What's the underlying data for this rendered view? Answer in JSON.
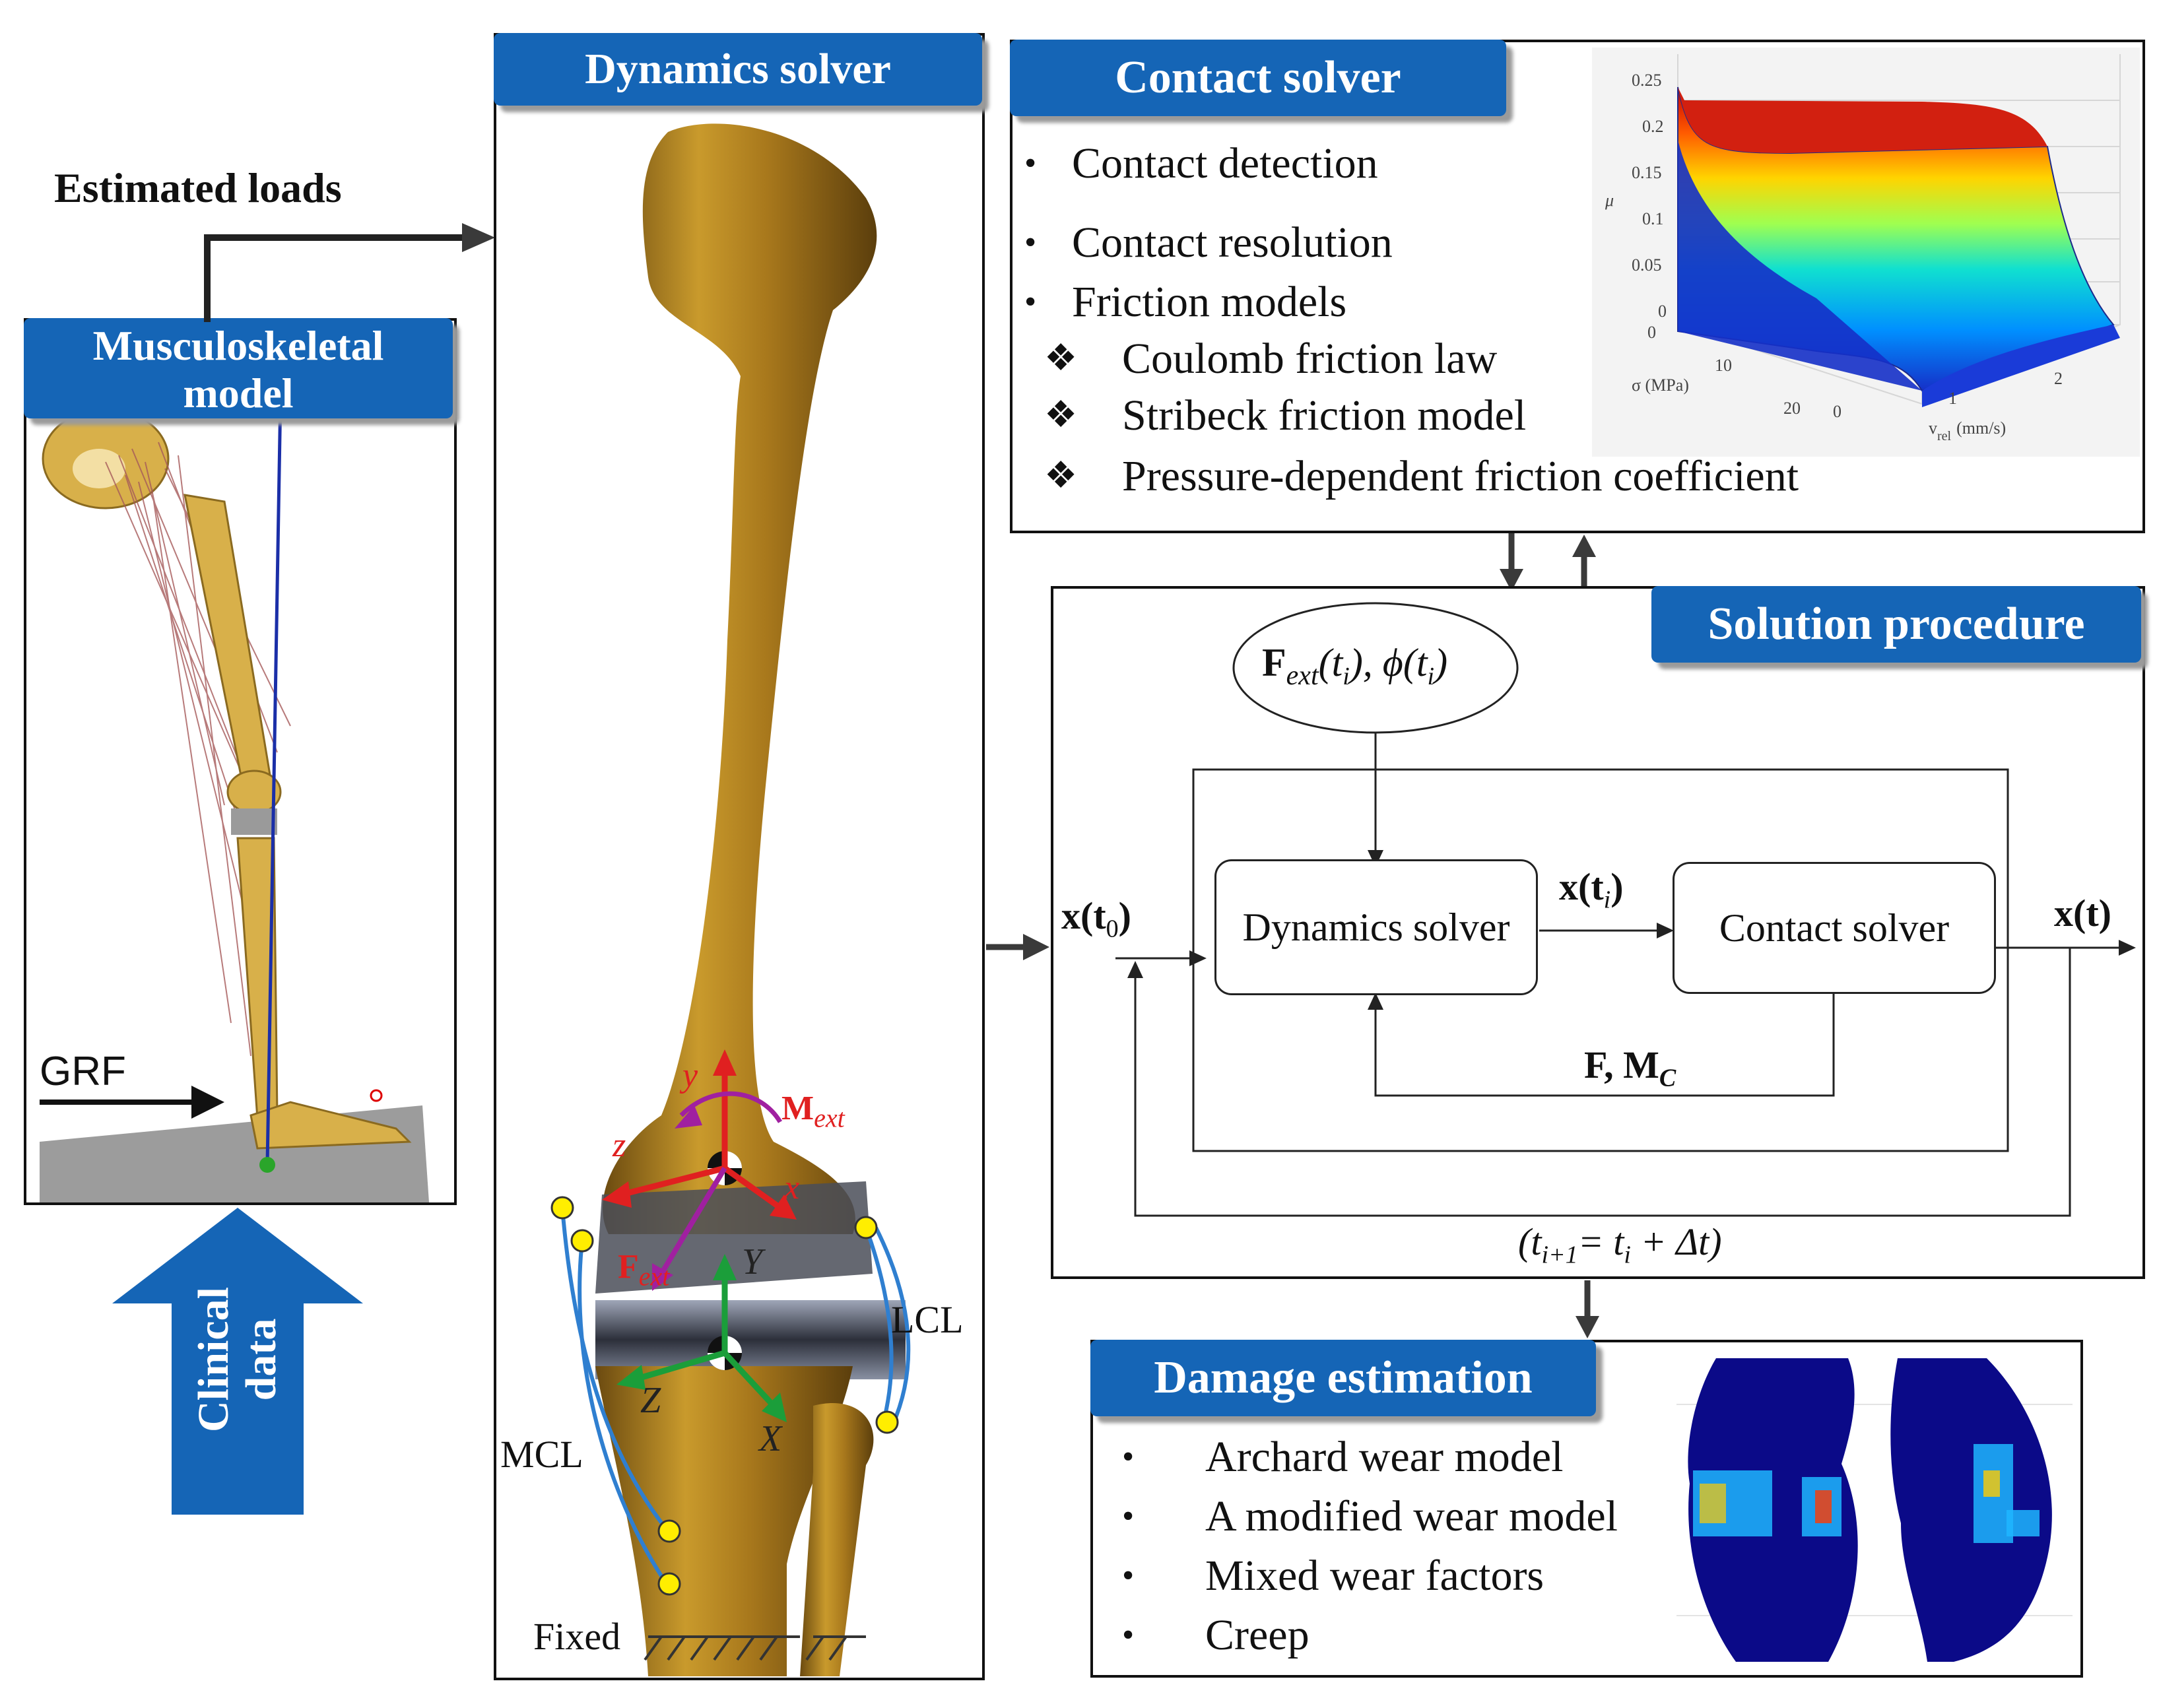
{
  "panels": {
    "musculoskeletal": {
      "title_line1": "Musculoskeletal",
      "title_line2": "model"
    },
    "estimated_loads": "Estimated loads",
    "grf_label": "GRF",
    "clinical_data": {
      "line1": "Clinical",
      "line2": "data"
    },
    "dynamics": {
      "title": "Dynamics solver",
      "labels": {
        "y_small": "y",
        "z_small": "z",
        "x_small": "x",
        "M_ext": "M",
        "M_ext_sub": "ext",
        "F_ext": "F",
        "F_ext_sub": "ext",
        "Y_cap": "Y",
        "Z_cap": "Z",
        "X_cap": "X",
        "lcl": "LCL",
        "mcl": "MCL",
        "fixed": "Fixed"
      }
    },
    "contact": {
      "title": "Contact solver",
      "bullets": [
        "Contact detection",
        "Contact resolution",
        "Friction models"
      ],
      "sub_bullets": [
        "Coulomb friction law",
        "Stribeck friction model",
        "Pressure-dependent friction coefficient"
      ],
      "bullet_glyph": "•",
      "sub_glyph": "❖",
      "plot": {
        "z_ticks": [
          "0.25",
          "0.2",
          "0.15",
          "0.1",
          "0.05",
          "0"
        ],
        "z_label": "μ",
        "sigma_ticks": [
          "0",
          "10",
          "20"
        ],
        "sigma_label": "σ (MPa)",
        "v_ticks": [
          "0",
          "1",
          "2"
        ],
        "v_label": "v",
        "v_label_sub": "rel",
        "v_label_unit": "(mm/s)"
      }
    },
    "solution": {
      "title": "Solution procedure",
      "input_label": "F",
      "input_sub": "ext",
      "input_rest": "(t",
      "x_t0": "x(t",
      "x_t0_sub": "0",
      "x_ti": "x(t",
      "x_ti_sub": "i",
      "x_t": "x(t)",
      "dyn_node": "Dynamics solver",
      "contact_node": "Contact solver",
      "feedback": "F, M",
      "feedback_sub": "C",
      "step": "(t",
      "step_sub": "i+1",
      "step_rest": "= t",
      "step_sub2": "i",
      "step_end": " + Δt)"
    },
    "damage": {
      "title": "Damage estimation",
      "bullets": [
        "Archard wear model",
        "A modified wear model",
        "Mixed wear factors",
        "Creep"
      ],
      "bullet_glyph": "•"
    }
  },
  "colors": {
    "header_blue": "#1565b6",
    "bone": "#a8781c",
    "arrow_dark": "#3a3a3a",
    "ligament": "#2f7fd0",
    "marker_yellow": "#ffee00"
  }
}
